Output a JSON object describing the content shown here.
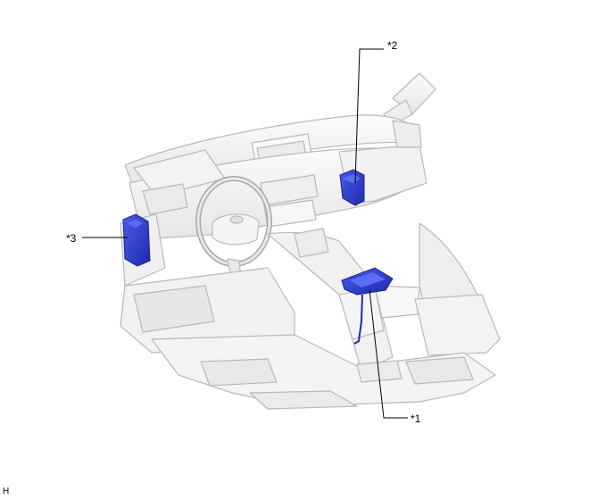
{
  "callouts": {
    "c1": "*1",
    "c2": "*2",
    "c3": "*3"
  },
  "corner_label": "H",
  "colors": {
    "component": "#2f3fd0",
    "component_dark": "#1a238a",
    "interior_fill": "#f4f4f4",
    "interior_stroke": "#b9b9b9",
    "leader": "#000000"
  }
}
